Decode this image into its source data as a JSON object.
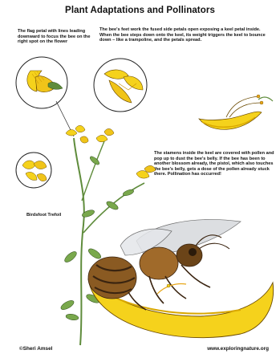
{
  "title": "Plant Adaptations and Pollinators",
  "captions": {
    "flag_petal": "The flag petal with lines leading downward to focus the bee on the right spot on the flower",
    "bee_feet": "The bee's feet work the fused side petals open exposing a keel petal inside. When the bee steps down onto the keel, its weight triggers the keel to bounce down – like a trampoline, and the petals spread.",
    "stamens": "The stamens inside the keel are covered with pollen and pop up to dust the bee's belly. If the bee has been to another blossom already, the pistol, which also touches the bee's belly, gets a dose of the pollen already stuck there. Pollination has occurred!",
    "plant_name": "Birdsfoot Trefoil"
  },
  "footer": {
    "credit": "©Sheri Amsel",
    "website": "www.exploringnature.org"
  },
  "colors": {
    "petal_yellow": "#f5d21c",
    "petal_shadow": "#d9a700",
    "keel_orange": "#e8a71a",
    "stem_green": "#5f8c3c",
    "leaf_green": "#79a84c",
    "bee_brown": "#8a5a22",
    "bee_dark": "#3a2410",
    "wing": "#d6d8dc"
  }
}
